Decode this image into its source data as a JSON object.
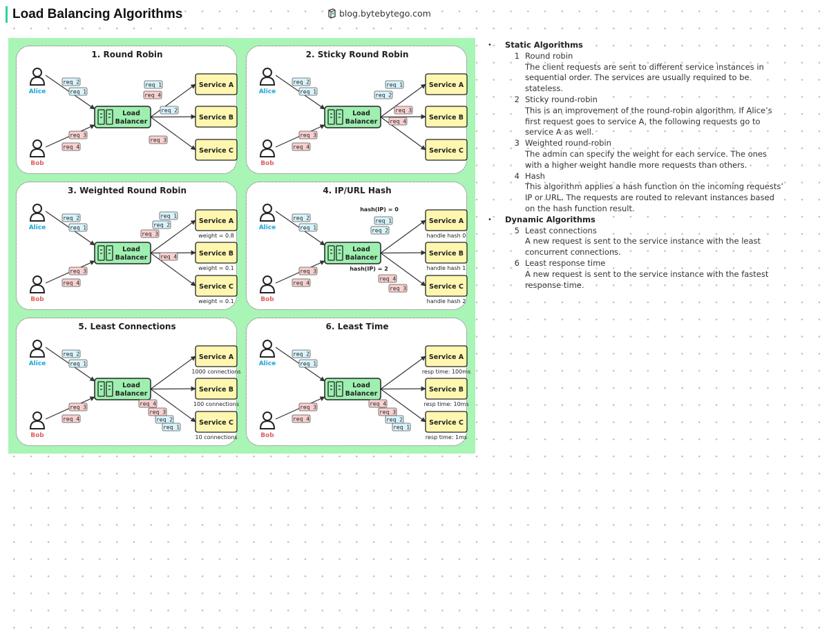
{
  "header": {
    "title": "Load Balancing Algorithms",
    "blog": "blog.bytebytego.com"
  },
  "users": {
    "alice": "Alice",
    "bob": "Bob"
  },
  "lb_label": [
    "Load",
    "Balancer"
  ],
  "services": [
    "Service A",
    "Service B",
    "Service C"
  ],
  "panels": [
    {
      "title": "1. Round Robin"
    },
    {
      "title": "2. Sticky Round Robin"
    },
    {
      "title": "3. Weighted Round Robin",
      "notes": [
        "weight = 0.8",
        "weight = 0.1",
        "weight = 0.1"
      ]
    },
    {
      "title": "4. IP/URL Hash",
      "notes": [
        "handle hash 0",
        "handle hash 1",
        "handle hash 2"
      ],
      "hash_labels": [
        "hash(IP) = 0",
        "hash(IP) = 2"
      ]
    },
    {
      "title": "5. Least Connections",
      "notes": [
        "1000 connections",
        "100 connections",
        "10 connections"
      ]
    },
    {
      "title": "6. Least Time",
      "notes": [
        "resp time: 100ms",
        "resp time: 10ms",
        "resp time: 1ms"
      ]
    }
  ],
  "requests": [
    "req 1",
    "req 2",
    "req 3",
    "req 4"
  ],
  "colors": {
    "alice": "#1aa6d6",
    "bob": "#e06060",
    "diagram_bg": "#a8f5b5",
    "service_fill": "#fff7b0",
    "lb_fill": "#9ef0b0",
    "req_blue": "#d8f3fb",
    "req_red": "#f8d0d0",
    "accent": "#2fd1a0"
  },
  "description": {
    "sections": [
      {
        "title": "Static Algorithms",
        "items": [
          {
            "num": "1",
            "name": "Round robin",
            "desc": "The client requests are sent to different service instances in sequential order. The services are usually required to be stateless."
          },
          {
            "num": "2",
            "name": "Sticky round-robin",
            "desc": "This is an improvement of the round-robin algorithm. If Alice’s first request goes to service A, the following requests go to service A as well."
          },
          {
            "num": "3",
            "name": "Weighted round-robin",
            "desc": "The admin can specify the weight for each service. The ones with a higher weight handle more requests than others."
          },
          {
            "num": "4",
            "name": "Hash",
            "desc": "This algorithm applies a hash function on the incoming requests’ IP or URL. The requests are routed to relevant instances based on the hash function result."
          }
        ]
      },
      {
        "title": "Dynamic Algorithms",
        "items": [
          {
            "num": "5",
            "name": "Least connections",
            "desc": "A new request is sent to the service instance with the least concurrent connections."
          },
          {
            "num": "6",
            "name": "Least response time",
            "desc": "A new request is sent to the service instance with the fastest response time."
          }
        ]
      }
    ]
  }
}
